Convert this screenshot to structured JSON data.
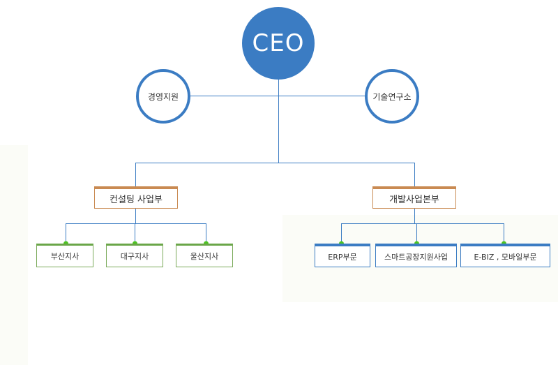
{
  "ceo": "CEO",
  "support": {
    "management": "경영지원",
    "rnd": "기술연구소"
  },
  "divisions": {
    "consulting": "컨설팅 사업부",
    "development": "개발사업본부"
  },
  "branches": [
    "부산지사",
    "대구지사",
    "울산지사"
  ],
  "departments": [
    "ERP부문",
    "스마트공장지원사업",
    "E-BIZ , 모바일부문"
  ],
  "colors": {
    "primary": "#3b7cc3",
    "division_border": "#c98a52",
    "branch_border": "#6aa648",
    "connector_dot": "#4cc41f"
  }
}
